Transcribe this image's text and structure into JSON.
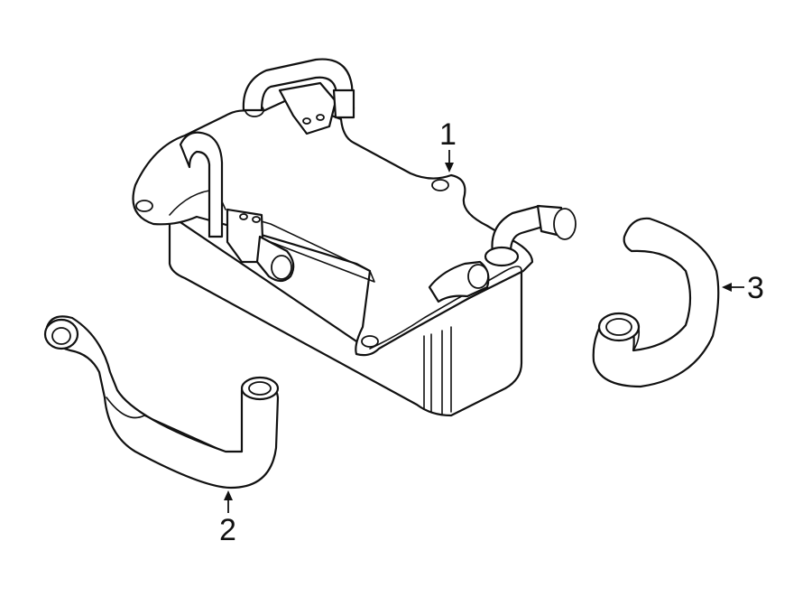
{
  "callouts": [
    {
      "id": "1",
      "label": "1",
      "part": "oil-cooler"
    },
    {
      "id": "2",
      "label": "2",
      "part": "lower-hose"
    },
    {
      "id": "3",
      "label": "3",
      "part": "upper-hose"
    }
  ],
  "colors": {
    "line": "#111111",
    "background": "#ffffff"
  }
}
